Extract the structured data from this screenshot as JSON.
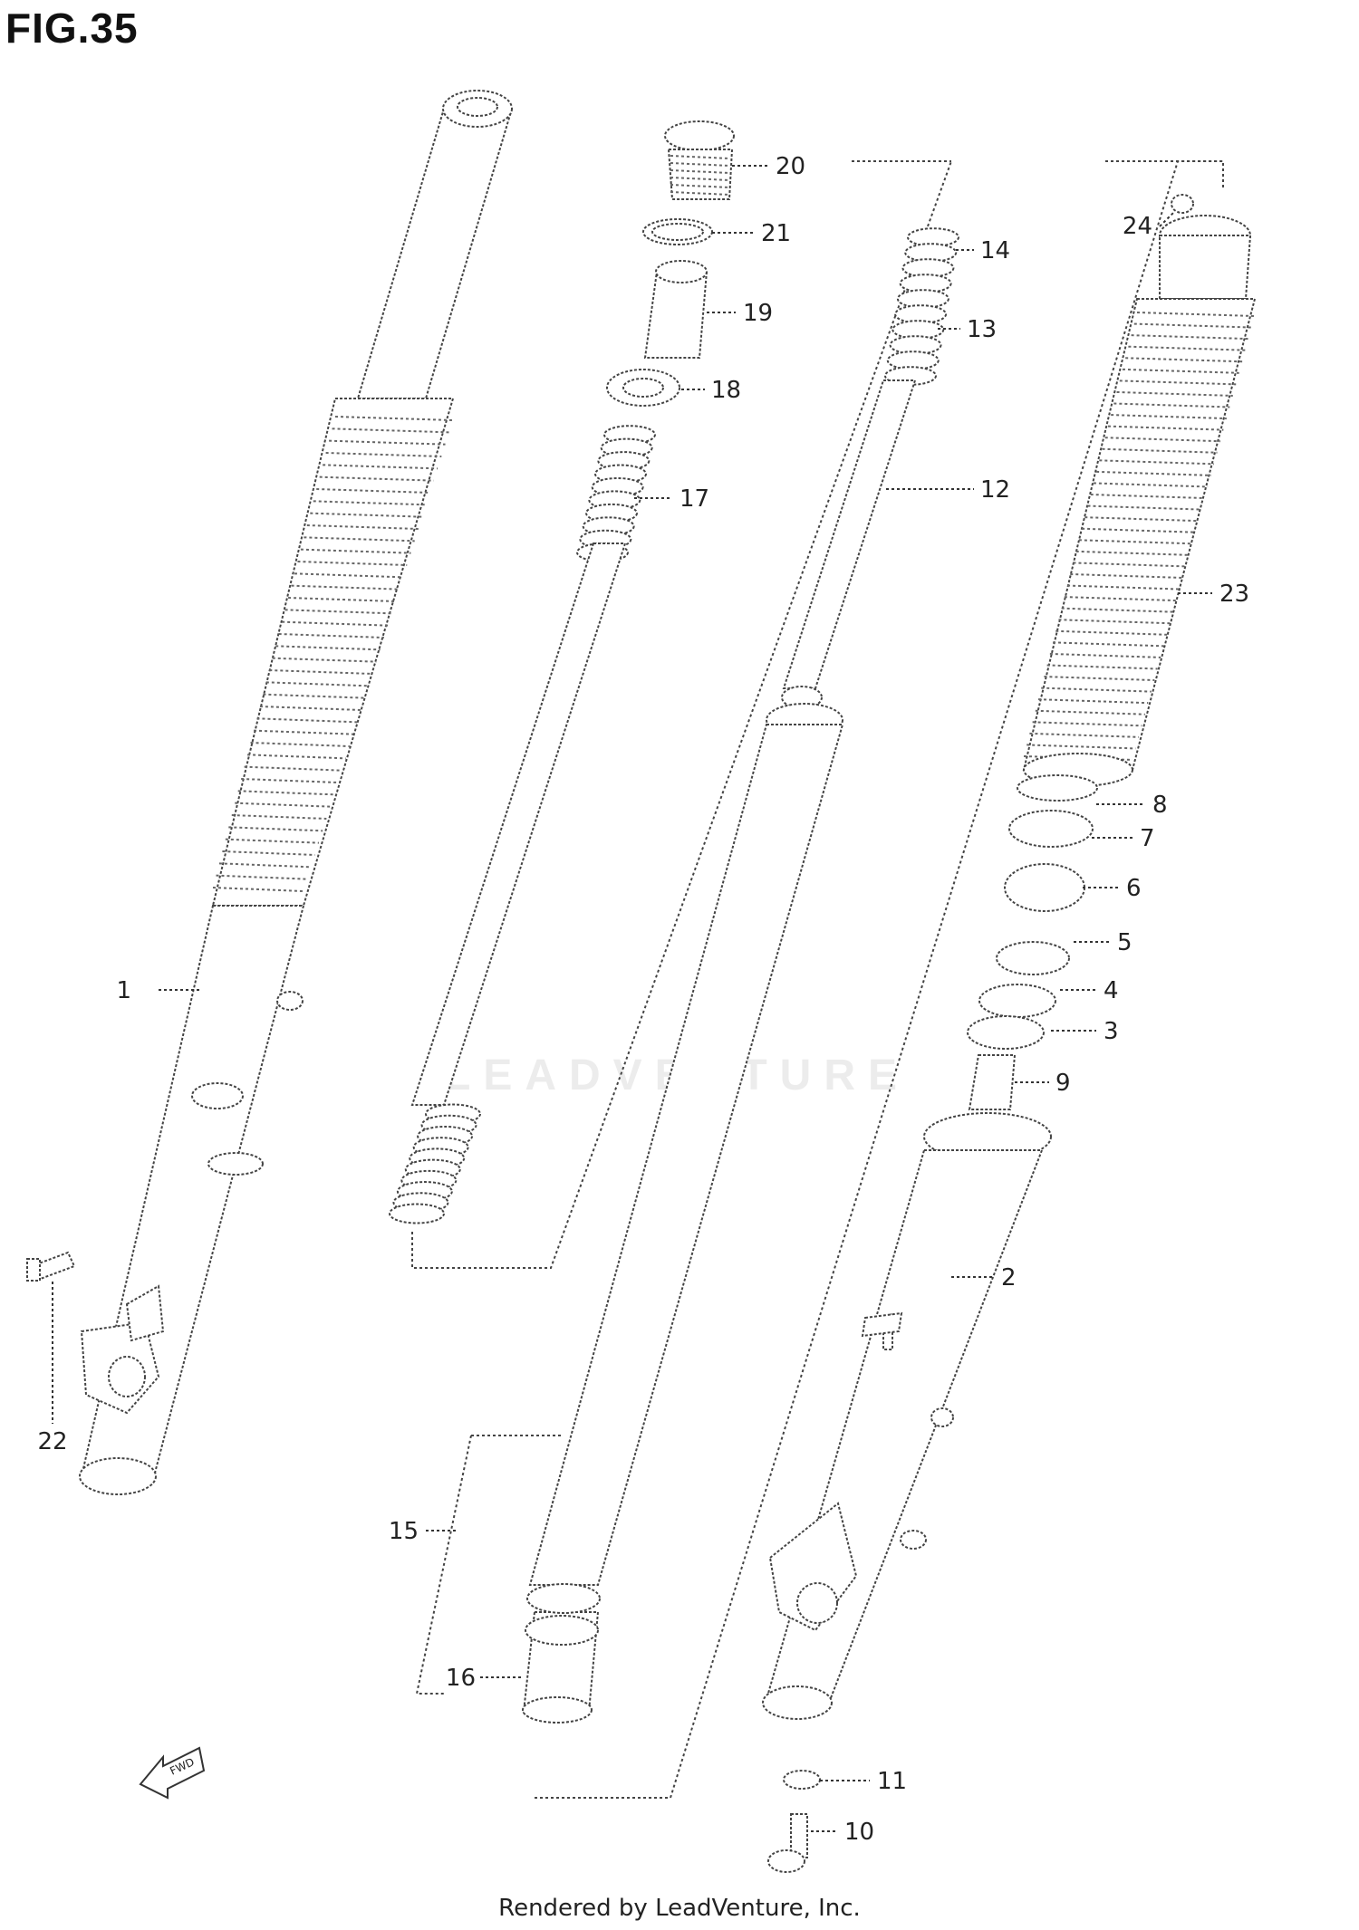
{
  "figure": {
    "title": "FIG.35"
  },
  "watermark": "LEADVENTURE",
  "footer": "Rendered by LeadVenture, Inc.",
  "fwd_arrow": {
    "label": "FWD"
  },
  "parts": [
    {
      "num": "1"
    },
    {
      "num": "2"
    },
    {
      "num": "3"
    },
    {
      "num": "4"
    },
    {
      "num": "5"
    },
    {
      "num": "6"
    },
    {
      "num": "7"
    },
    {
      "num": "8"
    },
    {
      "num": "9"
    },
    {
      "num": "10"
    },
    {
      "num": "11"
    },
    {
      "num": "12"
    },
    {
      "num": "13"
    },
    {
      "num": "14"
    },
    {
      "num": "15"
    },
    {
      "num": "16"
    },
    {
      "num": "17"
    },
    {
      "num": "18"
    },
    {
      "num": "19"
    },
    {
      "num": "20"
    },
    {
      "num": "21"
    },
    {
      "num": "22"
    },
    {
      "num": "23"
    },
    {
      "num": "24"
    }
  ]
}
